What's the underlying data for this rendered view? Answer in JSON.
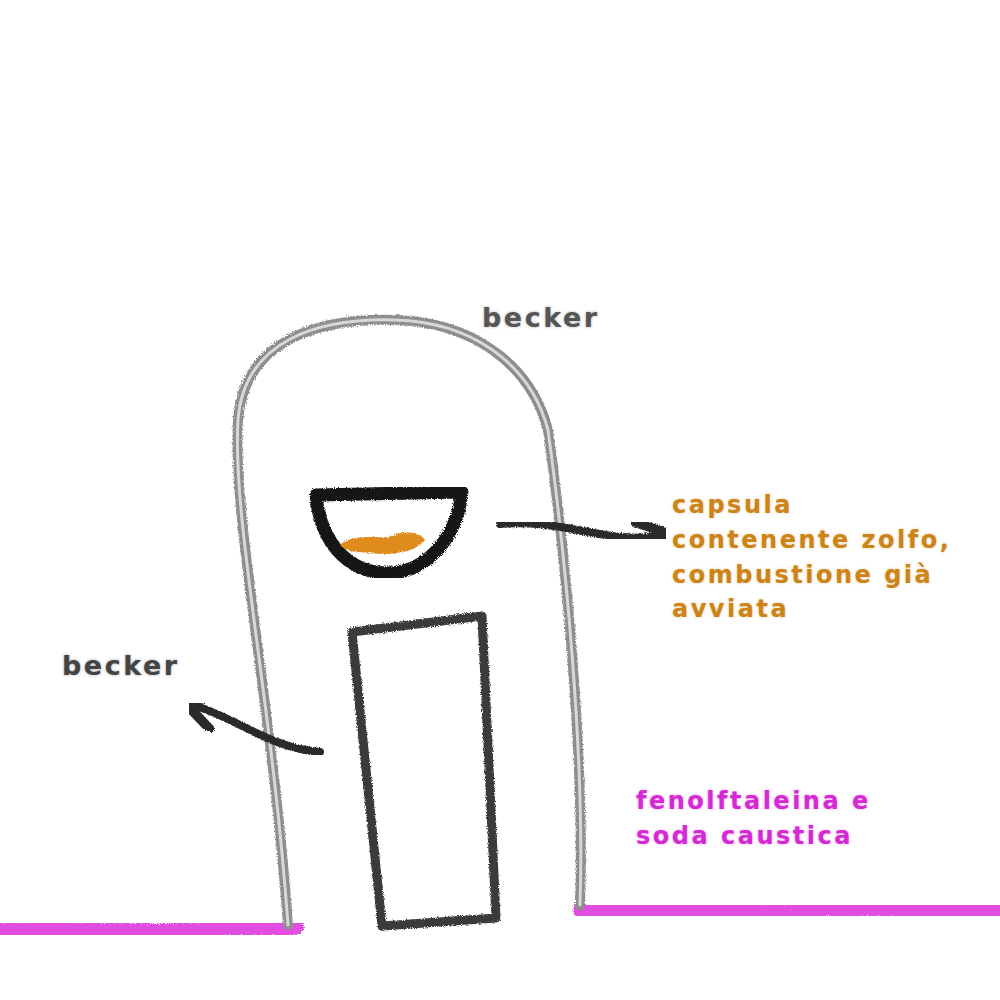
{
  "diagram": {
    "labels": [
      "becker",
      "capsula contenente zolfo, combustione già avviata",
      "becker",
      "fenolftaleina e soda caustica"
    ]
  }
}
